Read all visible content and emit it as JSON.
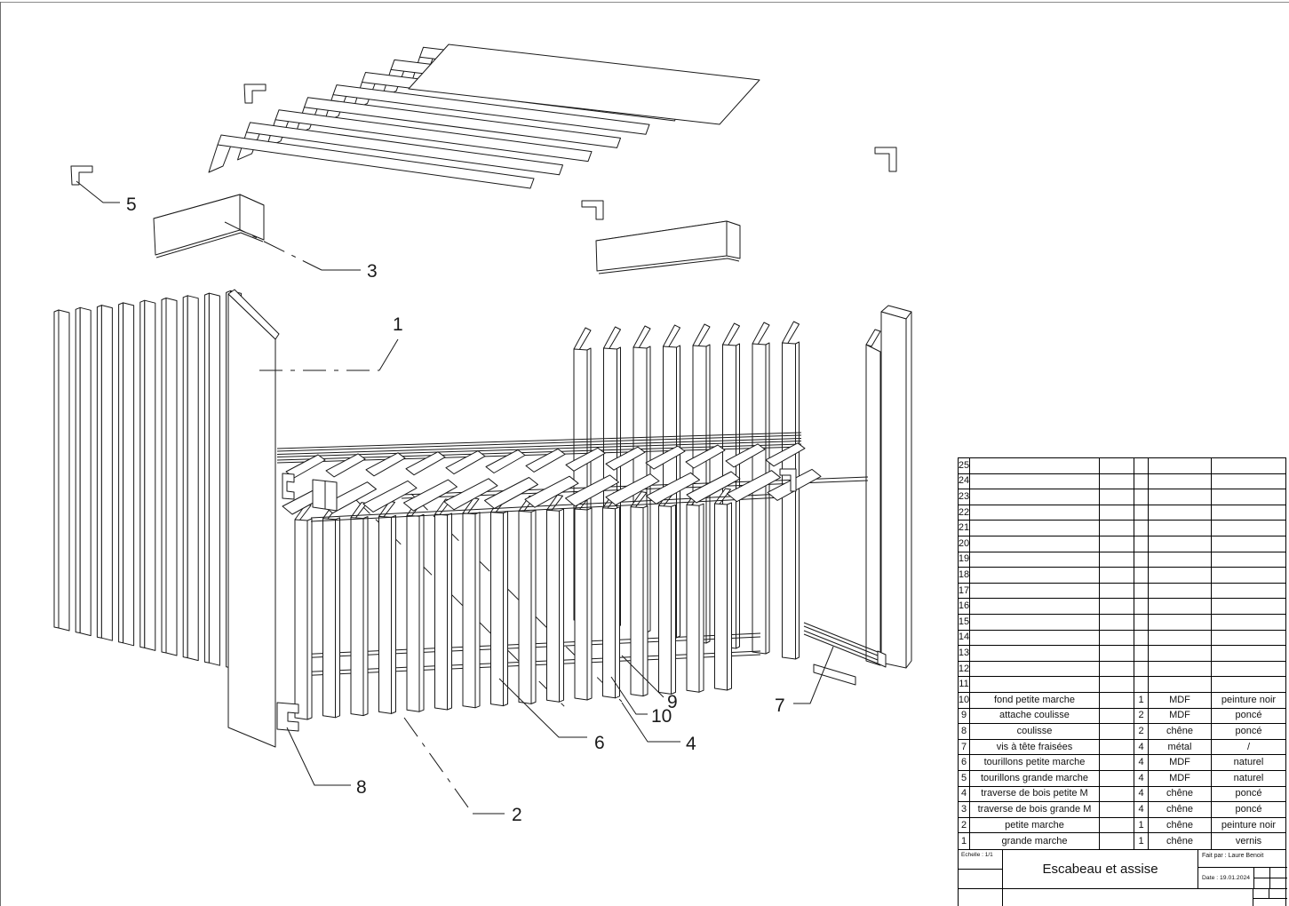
{
  "sheet": {
    "title": "Escabeau et assise",
    "scale_label": "Echelle : 1/1",
    "author_label": "Fait par : Laure Benoit",
    "date_label": "Date : 19.01.2024",
    "line_color": "#1a1a1a"
  },
  "drawing": {
    "type": "exploded-isometric-line-drawing",
    "callouts": [
      "1",
      "2",
      "3",
      "4",
      "5",
      "6",
      "7",
      "8",
      "9",
      "10"
    ]
  },
  "bom": {
    "empty_row_numbers": [
      "25",
      "24",
      "23",
      "22",
      "21",
      "20",
      "19",
      "18",
      "17",
      "16",
      "15",
      "14",
      "13",
      "12",
      "11"
    ],
    "filled_rows": [
      {
        "num": "10",
        "designation": "fond petite marche",
        "qty": "1",
        "material": "MDF",
        "finish": "peinture noir"
      },
      {
        "num": "9",
        "designation": "attache coulisse",
        "qty": "2",
        "material": "MDF",
        "finish": "poncé"
      },
      {
        "num": "8",
        "designation": "coulisse",
        "qty": "2",
        "material": "chêne",
        "finish": "poncé"
      },
      {
        "num": "7",
        "designation": "vis à tête fraisées",
        "qty": "4",
        "material": "métal",
        "finish": "/"
      },
      {
        "num": "6",
        "designation": "tourillons petite marche",
        "qty": "4",
        "material": "MDF",
        "finish": "naturel"
      },
      {
        "num": "5",
        "designation": "tourillons grande marche",
        "qty": "4",
        "material": "MDF",
        "finish": "naturel"
      },
      {
        "num": "4",
        "designation": "traverse de bois petite M",
        "qty": "4",
        "material": "chêne",
        "finish": "poncé"
      },
      {
        "num": "3",
        "designation": "traverse de bois grande M",
        "qty": "4",
        "material": "chêne",
        "finish": "poncé"
      },
      {
        "num": "2",
        "designation": "petite marche",
        "qty": "1",
        "material": "chêne",
        "finish": "peinture noir"
      },
      {
        "num": "1",
        "designation": "grande marche",
        "qty": "1",
        "material": "chêne",
        "finish": "vernis"
      }
    ]
  }
}
